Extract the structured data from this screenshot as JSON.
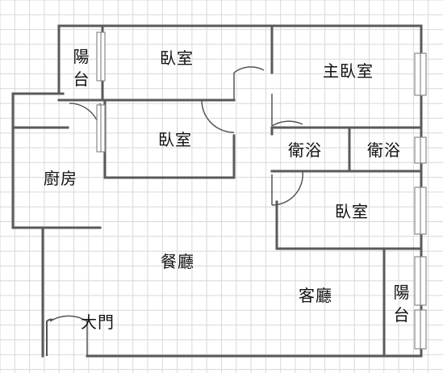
{
  "floorplan": {
    "rooms": {
      "bedroom_top": "臥室",
      "master_bedroom": "主臥室",
      "bedroom_middle": "臥室",
      "bathroom_left": "衛浴",
      "bathroom_right": "衛浴",
      "bedroom_right": "臥室",
      "kitchen": "廚房",
      "dining": "餐廳",
      "living": "客廳",
      "balcony_top": "陽台",
      "balcony_bottom": "陽台",
      "main_door": "大門"
    },
    "colors": {
      "background": "#ffffff",
      "grid": "#d8d8d8",
      "wall": "#5a5a5a",
      "door": "#555555",
      "window": "#888888"
    }
  }
}
